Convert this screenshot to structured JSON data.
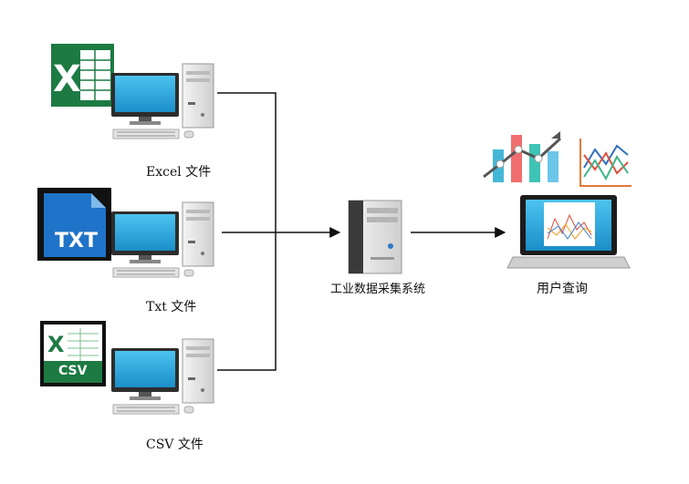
{
  "sources": [
    {
      "label": "Excel 文件",
      "file_type": "excel",
      "badge": ""
    },
    {
      "label": "Txt 文件",
      "file_type": "txt",
      "badge": "TXT"
    },
    {
      "label": "CSV 文件",
      "file_type": "csv",
      "badge": "CSV"
    }
  ],
  "collector": {
    "label": "工业数据采集系统"
  },
  "client": {
    "label": "用户查询"
  },
  "colors": {
    "excel_green": "#1d7a43",
    "txt_blue": "#1f73c8",
    "screen_blue": "#28a9e0",
    "line": "#111111"
  },
  "icons": [
    "excel-file-icon",
    "txt-file-icon",
    "csv-file-icon",
    "desktop-computer-icon",
    "server-icon",
    "laptop-icon",
    "bar-chart-icon",
    "line-chart-icon"
  ]
}
